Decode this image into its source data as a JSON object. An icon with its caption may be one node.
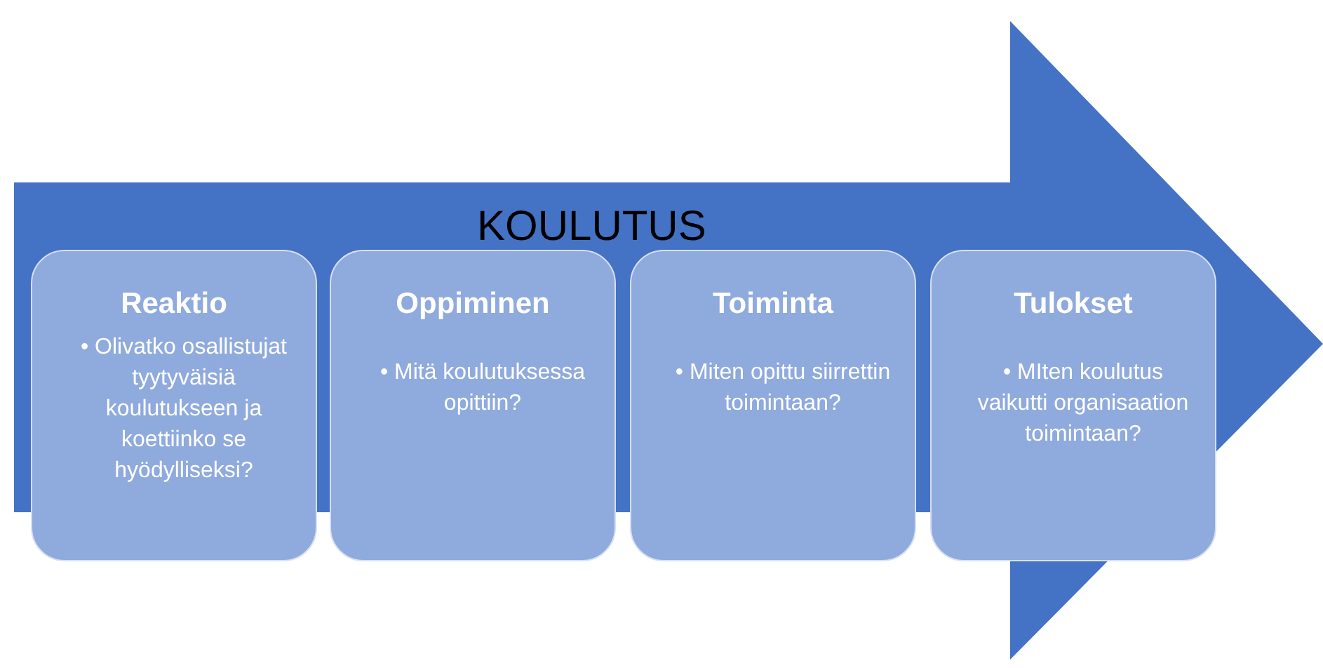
{
  "diagram": {
    "nodes": [
      {
        "text": [
          "KOULUTUS"
        ]
      },
      {
        "text": [
          "Reaktio",
          "• Olivatko osallistujat tyytyväisiä koulutukseen ja koettiinko se hyödylliseksi?"
        ],
        "in": 0
      },
      {
        "text": [
          "Oppiminen",
          "• Mitä koulutuksessa opittiin?"
        ],
        "in": 0
      },
      {
        "text": [
          "Toiminta",
          "• Miten opittu siirrettin toimintaan?"
        ],
        "in": 0
      },
      {
        "text": [
          "Tulokset",
          "• MIten koulutus vaikutti organisaation toimintaan?"
        ],
        "in": 0
      }
    ],
    "edges": []
  }
}
